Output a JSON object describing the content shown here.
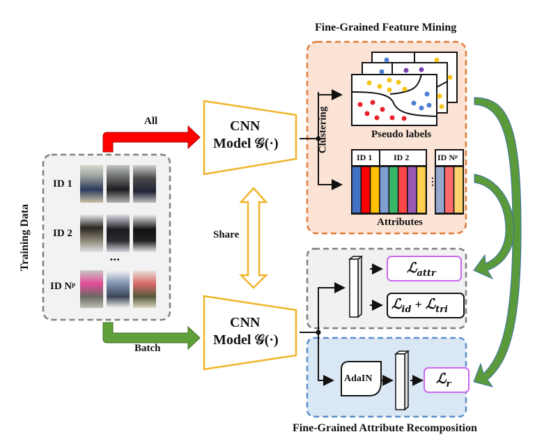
{
  "titles": {
    "fine_grained_feature_mining": "Fine-Grained Feature Mining",
    "fine_grained_attribute_recomposition": "Fine-Grained Attribute Recomposition"
  },
  "training_data": {
    "label": "Training Data",
    "ids": [
      "ID 1",
      "ID 2",
      "ID Nᵖ"
    ],
    "ellipsis": "•••"
  },
  "arrows": {
    "all": "All",
    "batch": "Batch",
    "share": "Share",
    "clustering": "Clustering"
  },
  "cnn_top": {
    "line1": "CNN",
    "line2": "Model 𝒢(·)"
  },
  "cnn_bottom": {
    "line1": "CNN",
    "line2": "Model 𝒢(·)"
  },
  "mining": {
    "pseudo_labels": "Pseudo labels",
    "attributes": "Attributes",
    "attr_ids": [
      "ID 1",
      "ID 2",
      "ID Nᵖ"
    ],
    "attr_ellipsis": "⋮"
  },
  "losses": {
    "attr": "ℒattr",
    "attr_main": "ℒ",
    "attr_sub": "attr",
    "id_main": "ℒ",
    "id_sub": "id",
    "plus": "+",
    "tri_main": "ℒ",
    "tri_sub": "tri",
    "r_main": "ℒ",
    "r_sub": "r"
  },
  "adain": {
    "label": "AdaIN"
  },
  "colors": {
    "mining_bg": "#fbe3d6",
    "mining_border": "#e07b39",
    "loss_bg": "#f1f1f1",
    "loss_border": "#7f7f7f",
    "recomp_bg": "#dae8f6",
    "recomp_border": "#5b8ec9",
    "cnn_border": "#f0b429",
    "all_arrow": "#ff0000",
    "batch_arrow": "#5fa03a",
    "curve_arrow": "#5a9a3a",
    "loss_pink": "#cc66ee",
    "attr_id1": [
      "#4472c4",
      "#ff0000",
      "#ffc000"
    ],
    "attr_id2": [
      "#7f9fd3",
      "#3bb56a",
      "#ff4747",
      "#9b59b6",
      "#ffd04d"
    ],
    "attr_idn": [
      "#97a8cf",
      "#ff6b6b",
      "#ffd36b"
    ],
    "dot_yellow": "#f5c518",
    "dot_red": "#e8202a",
    "dot_blue": "#4a7fd1",
    "dot_purple": "#7a3fb0"
  }
}
